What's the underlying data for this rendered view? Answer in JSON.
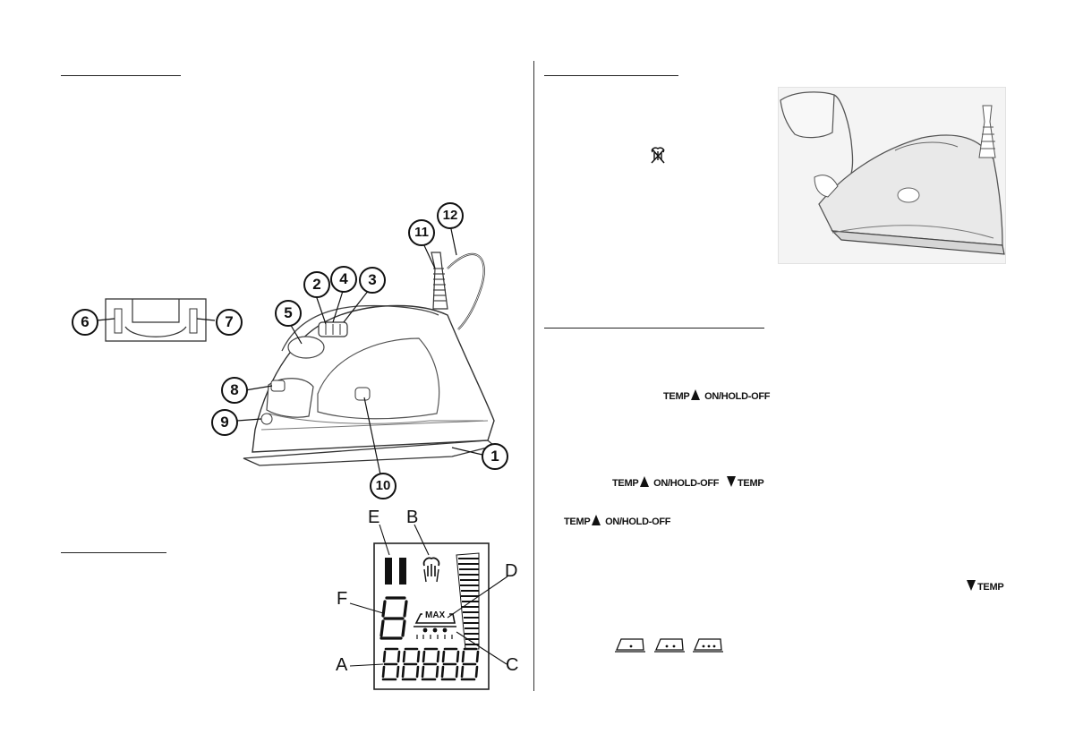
{
  "iron_callouts": [
    "1",
    "2",
    "3",
    "4",
    "5",
    "6",
    "7",
    "8",
    "9",
    "10",
    "11",
    "12"
  ],
  "lcd_labels": {
    "a": "A",
    "b": "B",
    "c": "C",
    "d": "D",
    "e": "E",
    "f": "F"
  },
  "lcd": {
    "max_text": "MAX"
  },
  "controls": {
    "temp_up_label": "TEMP",
    "on_hold_off_label": "ON/HOLD-OFF",
    "temp_down_label": "TEMP"
  },
  "icons": [
    "anti-calc-icon",
    "iron-temp-dot-1-icon",
    "iron-temp-dot-2-icon",
    "iron-temp-dot-3-icon",
    "steam-icon"
  ],
  "colors": {
    "ink": "#111111",
    "gray": "#888888"
  }
}
